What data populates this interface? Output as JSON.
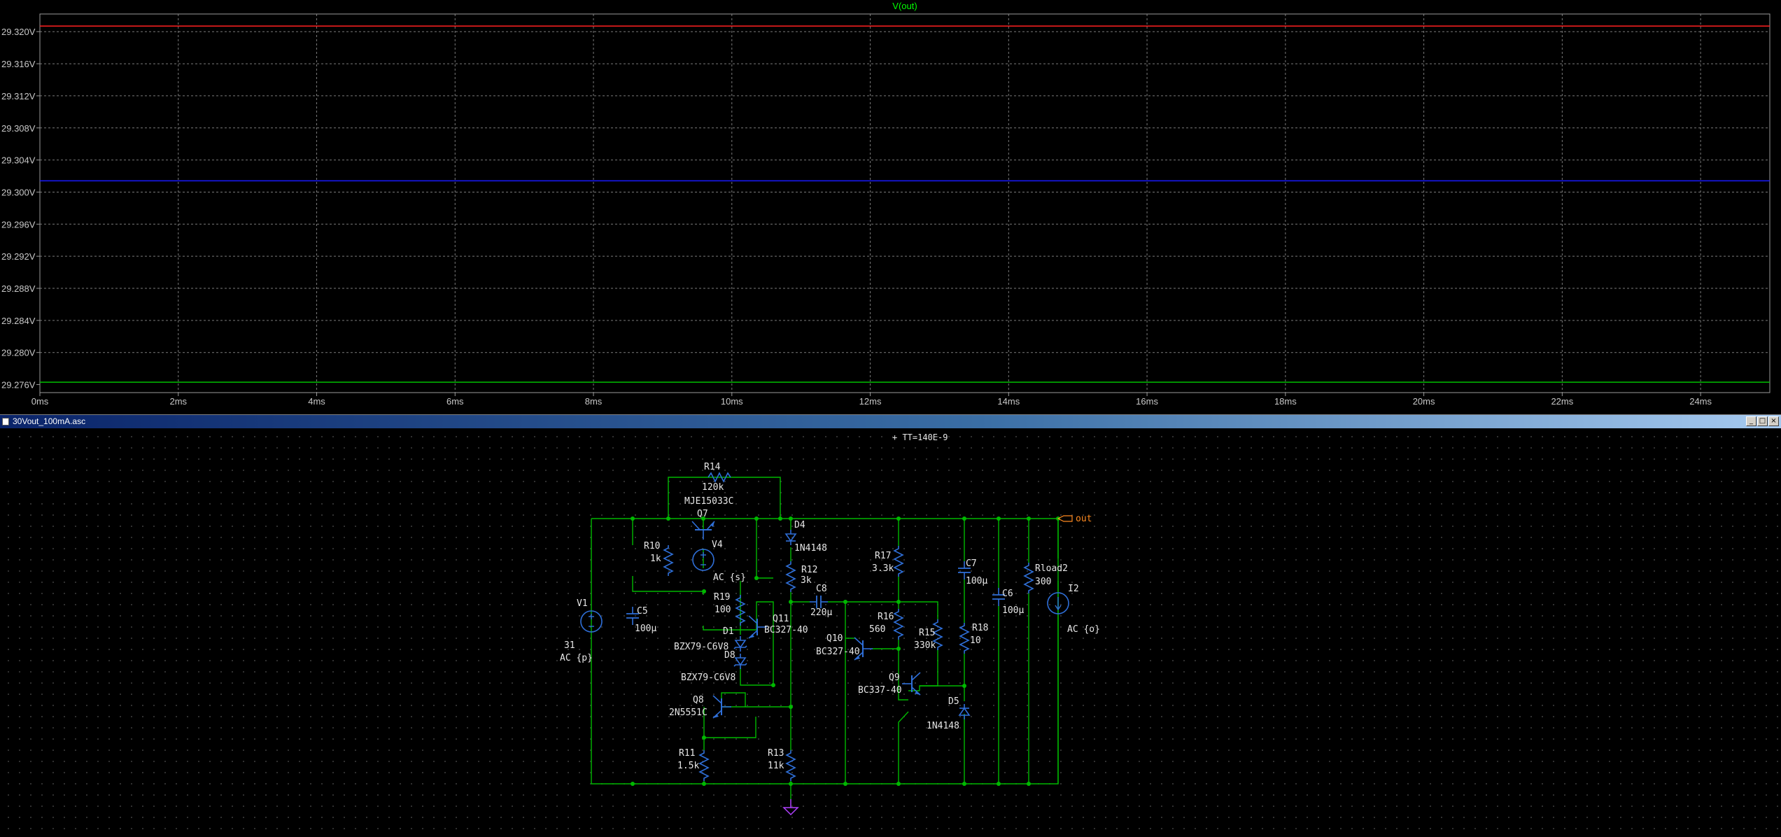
{
  "plot": {
    "trace_label": "V(out)",
    "colors": {
      "trace_label": "#00ff00",
      "grid": "#7a7a7a",
      "frame": "#9a9a9a",
      "axis_text": "#c8c8c8"
    },
    "y_ticks": [
      "29.320V",
      "29.316V",
      "29.312V",
      "29.308V",
      "29.304V",
      "29.300V",
      "29.296V",
      "29.292V",
      "29.288V",
      "29.284V",
      "29.280V",
      "29.276V"
    ],
    "x_ticks": [
      "0ms",
      "2ms",
      "4ms",
      "6ms",
      "8ms",
      "10ms",
      "12ms",
      "14ms",
      "16ms",
      "18ms",
      "20ms",
      "22ms",
      "24ms"
    ]
  },
  "chart_data": {
    "type": "line",
    "title": "V(out)",
    "xlabel": "",
    "ylabel": "",
    "xlim": [
      0,
      25
    ],
    "ylim": [
      29.275,
      29.3222
    ],
    "x_unit": "ms",
    "y_unit": "V",
    "grid": true,
    "series": [
      {
        "color": "#ff2020",
        "x": [
          0,
          25
        ],
        "values": [
          29.3207,
          29.3207
        ]
      },
      {
        "color": "#1a1aff",
        "x": [
          0,
          25
        ],
        "values": [
          29.3014,
          29.3014
        ]
      },
      {
        "color": "#00c000",
        "x": [
          0,
          25
        ],
        "values": [
          29.2763,
          29.2763
        ]
      }
    ]
  },
  "schematic_window": {
    "title": "30Vout_100mA.asc",
    "buttons": [
      "_",
      "□",
      "×"
    ],
    "directive": "+ TT=140E-9",
    "net_label": "out",
    "colors": {
      "wire": "#00b800",
      "component": "#2f6fd8",
      "label": "#e6e6e6",
      "net_label": "#ff8a20",
      "ground": "#b040ff"
    },
    "labels": {
      "r14_name": "R14",
      "r14_value": "120k",
      "q7_model": "MJE15033C",
      "q7_name": "Q7",
      "r10_name": "R10",
      "r10_value": "1k",
      "v4_name": "V4",
      "v4_value": "AC {s}",
      "d4_name": "D4",
      "d4_model": "1N4148",
      "r12_name": "R12",
      "r12_value": "3k",
      "r17_name": "R17",
      "r17_value": "3.3k",
      "c7_name": "C7",
      "c7_value": "100µ",
      "rload_name": "Rload2",
      "rload_value": "300",
      "i2_name": "I2",
      "i2_value": "AC {o}",
      "c6_name": "C6",
      "c6_value": "100µ",
      "c8_name": "C8",
      "c8_value": "220µ",
      "r19_name": "R19",
      "r19_value": "100",
      "q11_name": "Q11",
      "q11_model": "BC327-40",
      "d1_name": "D1",
      "d1_model": "BZX79-C6V8",
      "d8_name": "D8",
      "d8_model": "BZX79-C6V8",
      "v1_name": "V1",
      "v1_value": "31",
      "v1_ac": "AC {p}",
      "c5_name": "C5",
      "c5_value": "100µ",
      "r16_name": "R16",
      "r16_value": "560",
      "r15_name": "R15",
      "r15_value": "330k",
      "r18_name": "R18",
      "r18_value": "10",
      "q10_name": "Q10",
      "q10_model": "BC327-40",
      "q9_name": "Q9",
      "q9_model": "BC337-40",
      "d5_name": "D5",
      "d5_model": "1N4148",
      "q8_name": "Q8",
      "q8_model": "2N5551C",
      "r11_name": "R11",
      "r11_value": "1.5k",
      "r13_name": "R13",
      "r13_value": "11k"
    }
  }
}
